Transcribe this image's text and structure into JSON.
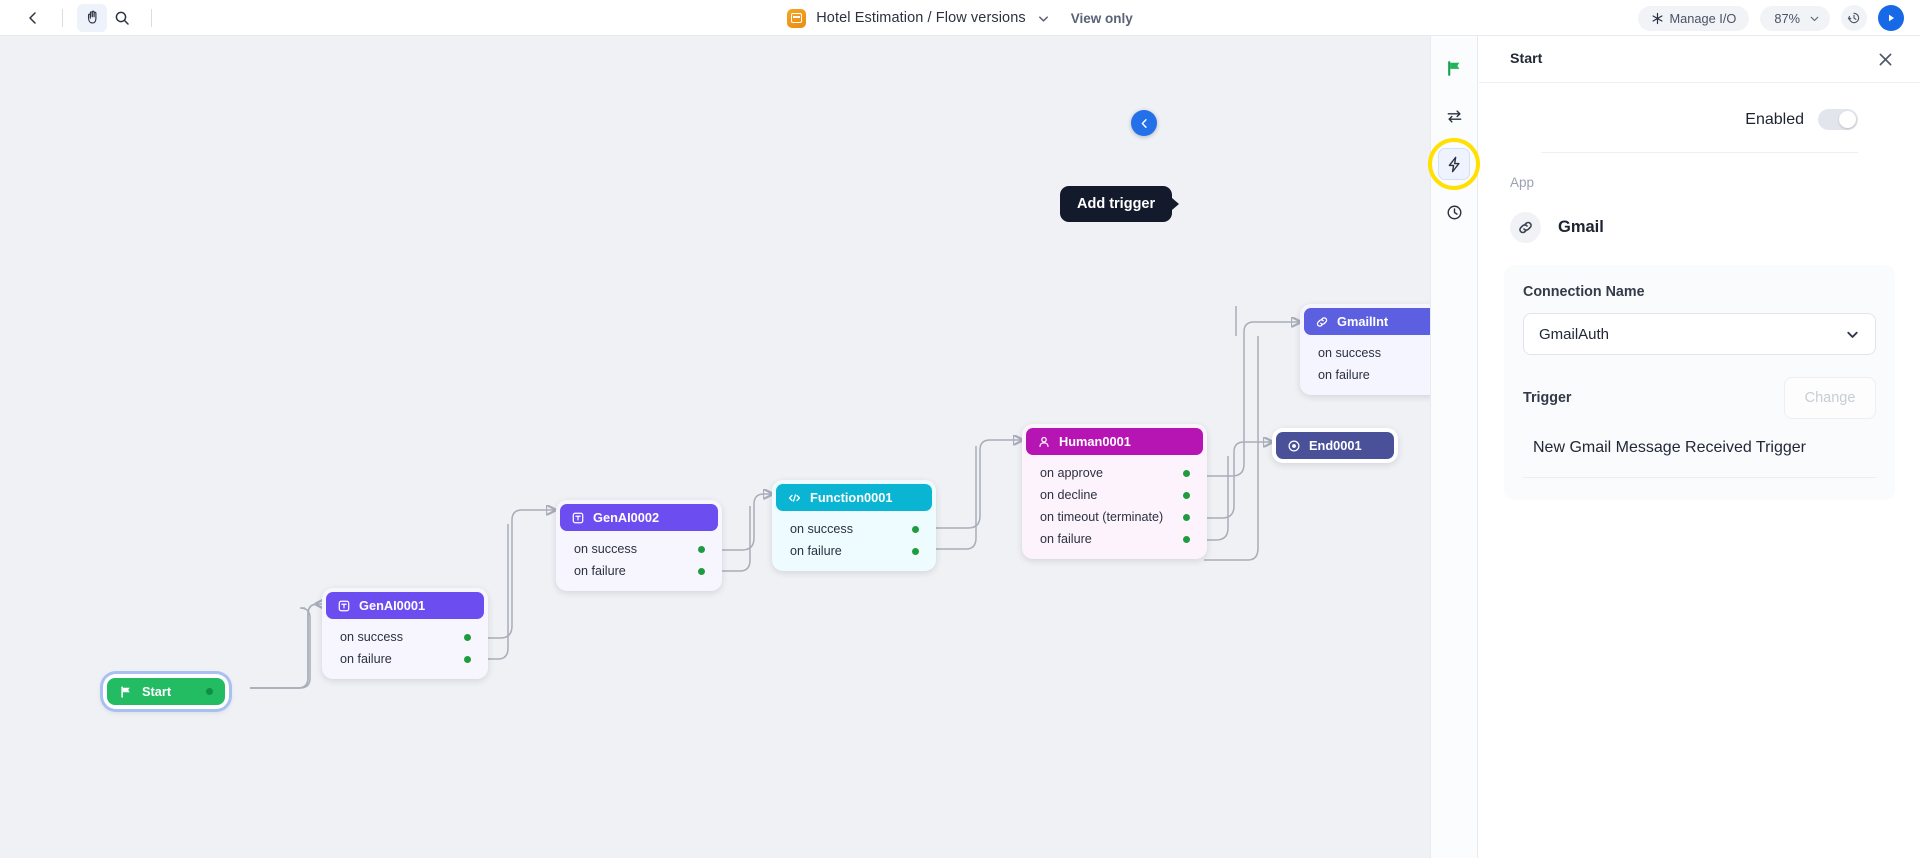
{
  "topbar": {
    "back_icon": "chevron-left-icon",
    "pan_icon": "hand-icon",
    "search_icon": "search-icon",
    "title": "Hotel Estimation / Flow versions",
    "title_caret_icon": "chevron-down-icon",
    "view_only": "View only",
    "manage_io": "Manage I/O",
    "manage_io_icon": "asterisk-icon",
    "zoom": "87%",
    "zoom_caret_icon": "chevron-down-icon",
    "history_icon": "clock-history-icon",
    "run_icon": "play-icon"
  },
  "canvas": {
    "tooltip": "Add trigger",
    "collapse_icon": "chevron-left-icon",
    "nodes": [
      {
        "id": "start",
        "title": "Start",
        "icon": "flag-icon",
        "ports": []
      },
      {
        "id": "genai1",
        "title": "GenAI0001",
        "icon": "text-box-icon",
        "ports": [
          "on success",
          "on failure"
        ]
      },
      {
        "id": "genai2",
        "title": "GenAI0002",
        "icon": "text-box-icon",
        "ports": [
          "on success",
          "on failure"
        ]
      },
      {
        "id": "function1",
        "title": "Function0001",
        "icon": "code-icon",
        "ports": [
          "on success",
          "on failure"
        ]
      },
      {
        "id": "human1",
        "title": "Human0001",
        "icon": "person-icon",
        "ports": [
          "on approve",
          "on decline",
          "on timeout (terminate)",
          "on failure"
        ]
      },
      {
        "id": "gmail1",
        "title": "GmailInt",
        "icon": "link-icon",
        "ports": [
          "on success",
          "on failure"
        ]
      },
      {
        "id": "end1",
        "title": "End0001",
        "icon": "target-icon",
        "ports": []
      }
    ]
  },
  "rail": {
    "items": [
      {
        "name": "flag-icon",
        "selected": false
      },
      {
        "name": "transfer-icon",
        "selected": false
      },
      {
        "name": "lightning-icon",
        "selected": true
      },
      {
        "name": "clock-icon",
        "selected": false
      }
    ]
  },
  "panel": {
    "title": "Start",
    "close_icon": "close-icon",
    "enabled_label": "Enabled",
    "enabled_state": "off",
    "app_label": "App",
    "app_icon": "link-icon",
    "app_name": "Gmail",
    "connection_label": "Connection Name",
    "connection_value": "GmailAuth",
    "connection_caret_icon": "chevron-down-icon",
    "trigger_label": "Trigger",
    "change_label": "Change",
    "trigger_value": "New Gmail Message Received Trigger"
  },
  "colors": {
    "accent_blue": "#1769e8",
    "genai": "#6c4df0",
    "function": "#09b5d3",
    "human": "#b615b3",
    "gmail": "#5b5fe0",
    "end": "#4a5199",
    "start": "#24bc63",
    "highlight": "#ffe000"
  }
}
